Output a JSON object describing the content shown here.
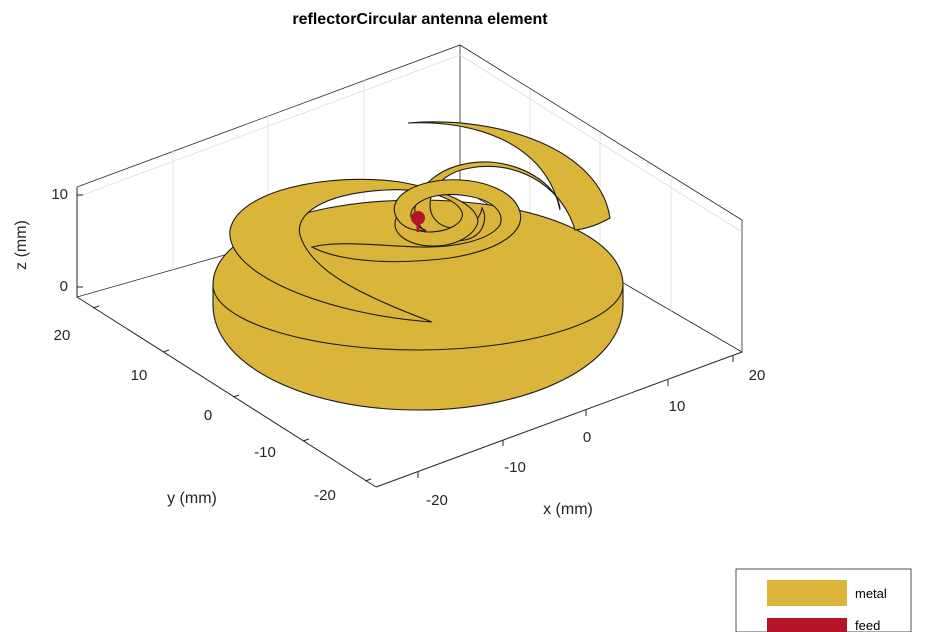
{
  "title": "reflectorCircular antenna element",
  "axes": {
    "xlabel": "x (mm)",
    "ylabel": "y (mm)",
    "zlabel": "z (mm)",
    "x_ticks": [
      "-20",
      "-10",
      "0",
      "10",
      "20"
    ],
    "y_ticks": [
      "-20",
      "-10",
      "0",
      "10",
      "20"
    ],
    "z_ticks": [
      "0",
      "10"
    ]
  },
  "legend": {
    "placement": "bottom-right",
    "items": [
      {
        "label": "metal",
        "color": "#dbb53a"
      },
      {
        "label": "feed",
        "color": "#b5152b"
      }
    ]
  },
  "colors": {
    "metal": "#dbb53a",
    "feed": "#b5152b"
  }
}
